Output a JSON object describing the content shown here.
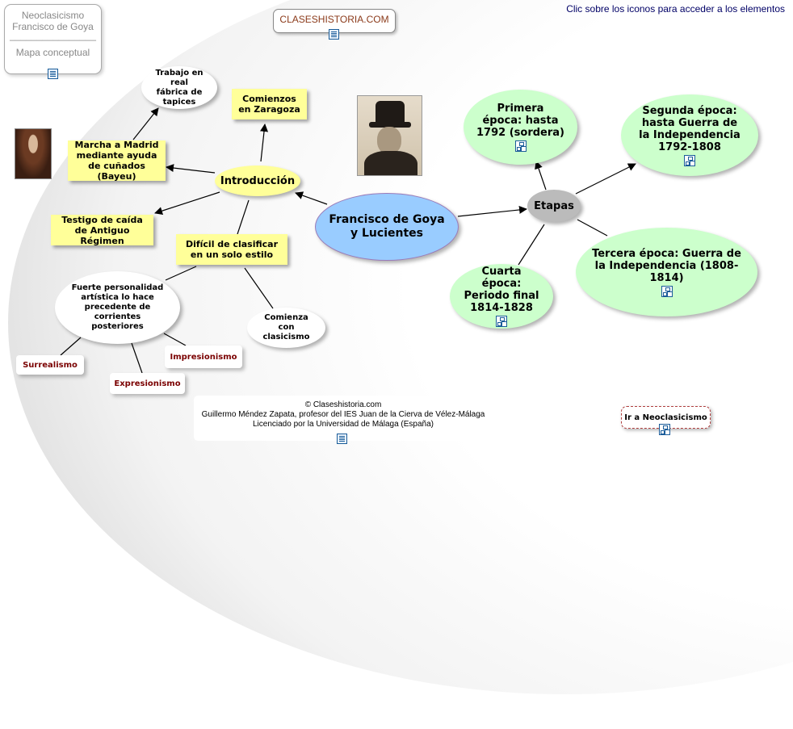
{
  "header": {
    "instruction": "Clic sobre los iconos para acceder a los elementos",
    "site_name": "CLASESHISTORIA.COM"
  },
  "title_box": {
    "line1": "Neoclasicismo",
    "line2": "Francisco de Goya",
    "separator": "________________",
    "line3": "Mapa conceptual"
  },
  "nodes": {
    "center": "Francisco de  Goya y Lucientes",
    "introduccion": "Introducción",
    "comienzos": "Comienzos en Zaragoza",
    "marcha": "Marcha a Madrid mediante ayuda de cuñados (Bayeu)",
    "trabajo": "Trabajo en real fábrica de tapices",
    "testigo": "Testigo de caída de Antiguo Régimen",
    "dificil": "Difícil de clasificar en un solo estilo",
    "fuerte": "Fuerte personalidad artística lo hace precedente de corrientes posteriores",
    "comienza": "Comienza con clasicismo",
    "surrealismo": "Surrealismo",
    "expresionismo": "Expresionismo",
    "impresionismo": "Impresionismo",
    "etapas": "Etapas",
    "primera": "Primera época: hasta 1792 (sordera)",
    "segunda": "Segunda época: hasta Guerra de la Independencia 1792-1808",
    "tercera": "Tercera época: Guerra de la Independencia (1808-1814)",
    "cuarta": "Cuarta época: Periodo final 1814-1828",
    "neoclasicismo_link": "Ir a Neoclasicismo"
  },
  "credits": {
    "line1": "© Claseshistoria.com",
    "line2": "Guillermo Méndez Zapata, profesor del IES Juan de la Cierva de Vélez-Málaga",
    "line3": "Licenciado por la Universidad de Málaga (España)"
  },
  "colors": {
    "yellow_node": "#ffff99",
    "green_node": "#ccffcc",
    "center_node": "#99ccff",
    "grey_node": "#bbbbbb",
    "link_text": "#000066",
    "accent_red": "#7a0000",
    "site_name": "#8b3a1a"
  },
  "icons": [
    "document-icon",
    "concept-map-icon"
  ]
}
